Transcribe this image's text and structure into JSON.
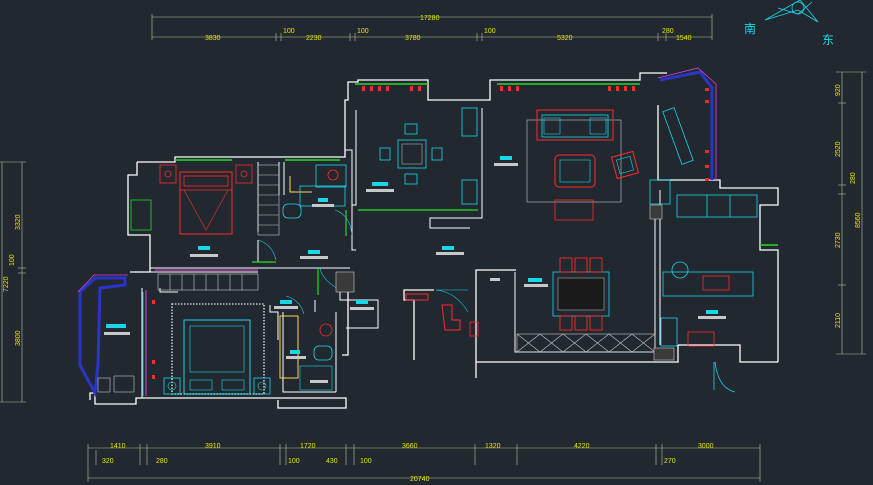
{
  "compass": {
    "south": "南",
    "east": "东"
  },
  "dims_top": {
    "overall": "17280",
    "segments": [
      "3830",
      "100",
      "2230",
      "100",
      "3780",
      "100",
      "5320",
      "280",
      "1540"
    ]
  },
  "dims_bottom": {
    "overall": "20740",
    "upper": [
      "1410",
      "3910",
      "1720",
      "3660",
      "1320",
      "4220",
      "3000"
    ],
    "lower": [
      "320",
      "280",
      "100",
      "430",
      "100",
      "270"
    ]
  },
  "dims_left": {
    "overall": "7220",
    "segments": [
      "3320",
      "100",
      "3800"
    ]
  },
  "dims_right": {
    "overall": "8560",
    "segments": [
      "920",
      "2520",
      "280",
      "2730",
      "2110"
    ]
  },
  "colors": {
    "background": "#212830",
    "wall": "#ffffff",
    "furniture": "#19d6e8",
    "accent_red": "#ff2a2a",
    "dimension": "#e6e600",
    "window_blue": "#2a35c8",
    "magenta": "#e040e0",
    "green": "#22dd22"
  }
}
